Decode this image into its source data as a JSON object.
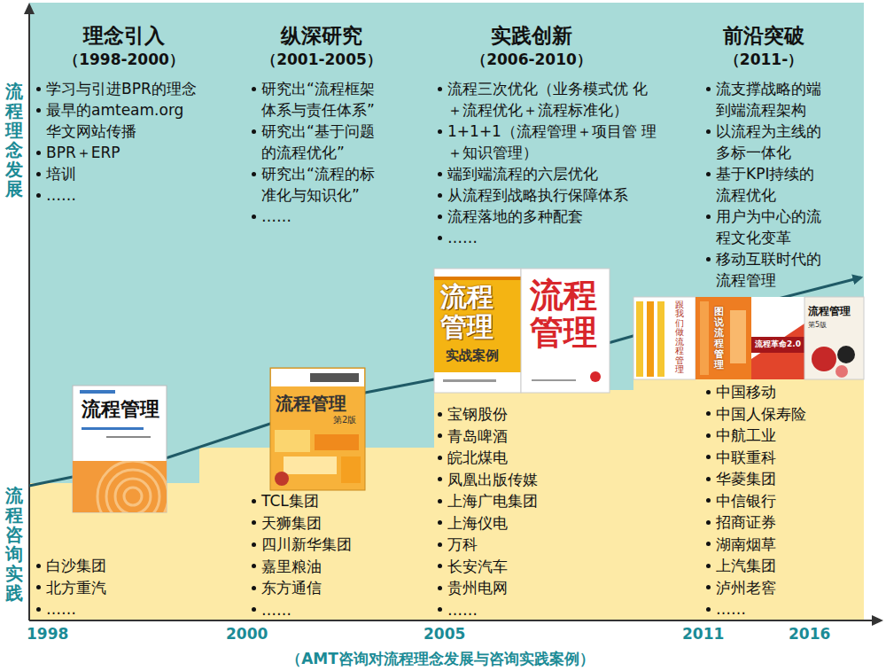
{
  "diagram": {
    "caption": "（AMT咨询对流程理念发展与咨询实践案例）",
    "nodes": [
      {
        "text": [
          "流程理念发展"
        ]
      },
      {
        "text": [
          "流程咨询实践"
        ]
      }
    ],
    "labels": [
      "理念引入",
      "（1998-2000）",
      "学习与引进BPR的理念",
      "最早的amteam.org 华文网站传播",
      "BPR＋ERP",
      "培训",
      "……",
      "纵深研究",
      "（2001-2005）",
      "研究出“流程框架 体系与责任体系”",
      "研究出“基于问题 的流程优化”",
      "研究出“流程的标 准化与知识化”",
      "……",
      "实践创新",
      "（2006-2010）",
      "流程三次优化（业务模式优 化＋流程优化＋流程标准化）",
      "1+1+1（流程管理＋项目管 理＋知识管理）",
      "端到端流程的六层优化",
      "从流程到战略执行保障体系",
      "流程落地的多种配套",
      "……",
      "前沿突破",
      "（2011-）",
      "流支撑战略的端 到端流程架构",
      "以流程为主线的 多标一体化",
      "基于KPI持续的 流程优化",
      "用户为中心的流 程文化变革",
      "移动互联时代的 流程管理",
      "流程管理",
      "流程管理",
      "第2版",
      "流程 管理",
      "实战案例",
      "流程 管理",
      "跟我们做流程管理",
      "图说流程管理",
      "流程革命2.0",
      "流程管理",
      "第5版",
      "白沙集团",
      "北方重汽",
      "……",
      "TCL集团",
      "天狮集团",
      "四川新华集团",
      "嘉里粮油",
      "东方通信",
      "……",
      "宝钢股份",
      "青岛啤酒",
      "皖北煤电",
      "凤凰出版传媒",
      "上海广电集团",
      "上海仪电",
      "万科",
      "长安汽车",
      "贵州电网",
      "……",
      "中国移动",
      "中国人保寿险",
      "中航工业",
      "中联重科",
      "华菱集团",
      "中信银行",
      "招商证券",
      "湖南烟草",
      "上汽集团",
      "泸州老窖",
      "……",
      "1998",
      "2000",
      "2005",
      "2011",
      "2016"
    ]
  }
}
